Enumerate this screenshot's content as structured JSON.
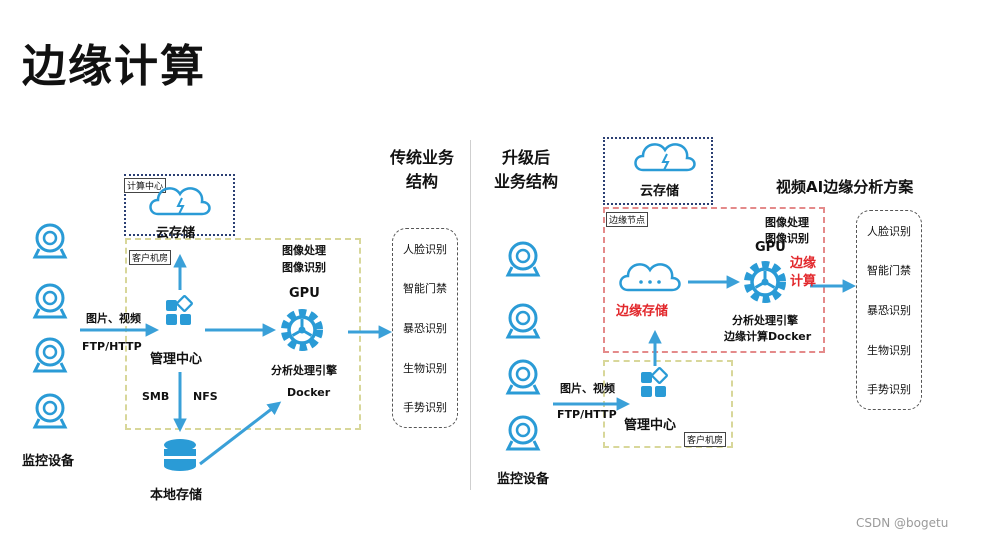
{
  "title": "边缘计算",
  "watermark": "CSDN @bogetu",
  "left": {
    "heading_line1": "传统业务",
    "heading_line2": "结构",
    "compute_center_tag": "计算中心",
    "client_room_tag": "客户机房",
    "cloud_storage": "云存储",
    "image_labels": [
      "图像处理",
      "图像识别"
    ],
    "gpu": "GPU",
    "engine": "分析处理引擎",
    "docker": "Docker",
    "management": "管理中心",
    "input_label1": "图片、视频",
    "input_label2": "FTP/HTTP",
    "smb": "SMB",
    "nfs": "NFS",
    "local_storage": "本地存储",
    "monitoring": "监控设备",
    "functions": [
      "人脸识别",
      "智能门禁",
      "暴恐识别",
      "生物识别",
      "手势识别"
    ]
  },
  "right": {
    "heading_line1": "升级后",
    "heading_line2": "业务结构",
    "solution_title": "视频AI边缘分析方案",
    "cloud_storage": "云存储",
    "edge_node_tag": "边缘节点",
    "edge_storage": "边缘存储",
    "image_labels": [
      "图像处理",
      "图像识别"
    ],
    "gpu": "GPU",
    "edge_compute_label": [
      "边缘",
      "计算"
    ],
    "engine": "分析处理引擎",
    "engine_docker": "边缘计算Docker",
    "management": "管理中心",
    "client_room_tag": "客户机房",
    "input_label1": "图片、视频",
    "input_label2": "FTP/HTTP",
    "monitoring": "监控设备",
    "functions": [
      "人脸识别",
      "智能门禁",
      "暴恐识别",
      "生物识别",
      "手势识别"
    ]
  },
  "colors": {
    "accent": "#2a9bd6",
    "arrow": "#3aa0d8",
    "red_text": "#e2282c"
  }
}
